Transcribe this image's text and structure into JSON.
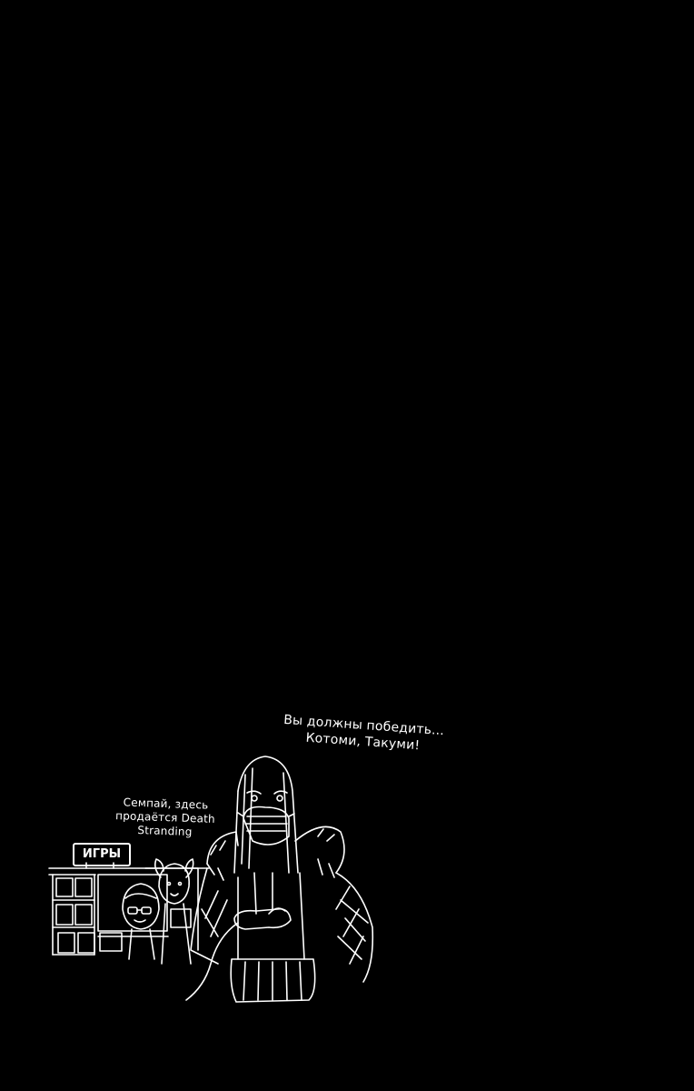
{
  "panel": {
    "background": "#000000",
    "line_color": "#ffffff"
  },
  "speech": {
    "top_right": {
      "line1": "Вы должны победить...",
      "line2": "Котоми, Такуми!"
    },
    "left": {
      "line1": "Семпай, здесь",
      "line2": "продаётся Death",
      "line3": "Stranding"
    }
  },
  "store_sign": {
    "label": "ИГРЫ"
  }
}
